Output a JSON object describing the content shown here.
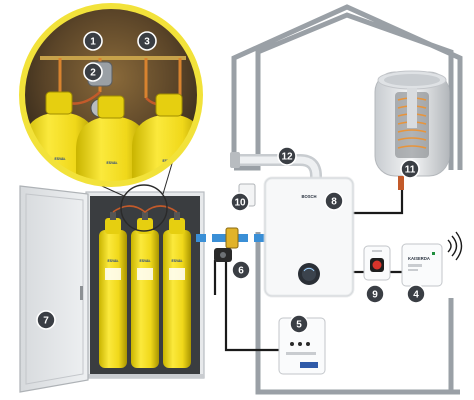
{
  "colors": {
    "accent_yellow": "#f4e01a",
    "badge_dark": "#3a3e44",
    "pipe_blue": "#3a8fd6",
    "house_line": "#9aa0a6",
    "cable_black": "#1a1a1a"
  },
  "labels": {
    "b1": "1",
    "b2": "2",
    "b3": "3",
    "b4": "4",
    "b5": "5",
    "b6": "6",
    "b7": "7",
    "b8": "8",
    "b9": "9",
    "b10": "10",
    "b11": "11",
    "b12": "12"
  },
  "devices": {
    "boiler_brand": "BOSCH",
    "controller_brand": "KAISERDA",
    "cylinder_brand": "ESVAŁ"
  }
}
